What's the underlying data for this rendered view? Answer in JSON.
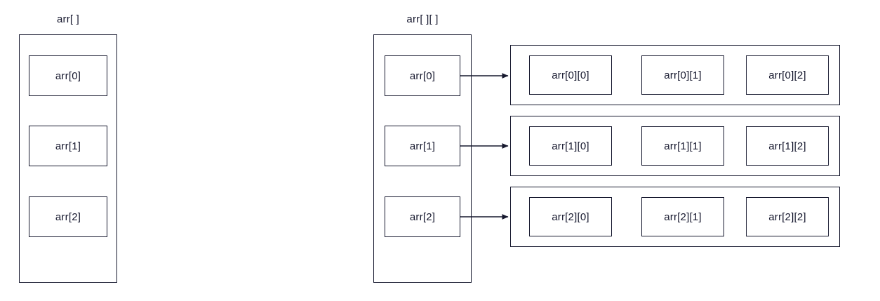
{
  "diagram": {
    "title_1d": "arr[ ]",
    "title_2d": "arr[ ][ ]",
    "accent_color": "#16182e",
    "background_color": "#ffffff",
    "array_1d": {
      "label": "arr[ ]",
      "cells": [
        {
          "label": "arr[0]"
        },
        {
          "label": "arr[1]"
        },
        {
          "label": "arr[2]"
        }
      ]
    },
    "array_2d": {
      "label": "arr[ ][ ]",
      "index_cells": [
        {
          "label": "arr[0]"
        },
        {
          "label": "arr[1]"
        },
        {
          "label": "arr[2]"
        }
      ],
      "rows": [
        {
          "source": "arr[0]",
          "cells": [
            {
              "label": "arr[0][0]"
            },
            {
              "label": "arr[0][1]"
            },
            {
              "label": "arr[0][2]"
            }
          ]
        },
        {
          "source": "arr[1]",
          "cells": [
            {
              "label": "arr[1][0]"
            },
            {
              "label": "arr[1][1]"
            },
            {
              "label": "arr[1][2]"
            }
          ]
        },
        {
          "source": "arr[2]",
          "cells": [
            {
              "label": "arr[2][0]"
            },
            {
              "label": "arr[2][1]"
            },
            {
              "label": "arr[2][2]"
            }
          ]
        }
      ],
      "connectors": [
        {
          "from": "arr[0]",
          "to": "arr[0] row",
          "kind": "arrow-right"
        },
        {
          "from": "arr[1]",
          "to": "arr[1] row",
          "kind": "arrow-right"
        },
        {
          "from": "arr[2]",
          "to": "arr[2] row",
          "kind": "arrow-right"
        }
      ]
    }
  }
}
